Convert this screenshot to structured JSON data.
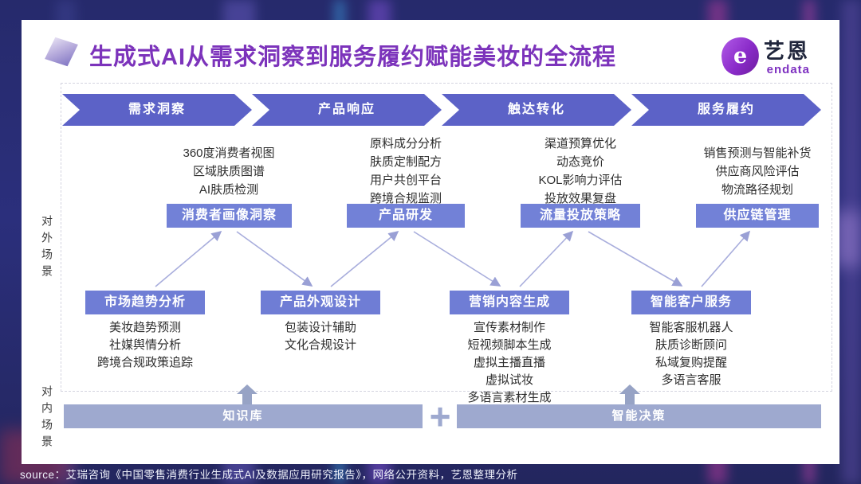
{
  "header": {
    "title": "生成式AI从需求洞察到服务履约赋能美妆的全流程"
  },
  "logo": {
    "mark": "e",
    "name": "艺恩",
    "sub": "endata"
  },
  "stages": [
    {
      "label": "需求洞察"
    },
    {
      "label": "产品响应"
    },
    {
      "label": "触达转化"
    },
    {
      "label": "服务履约"
    }
  ],
  "columns": [
    {
      "top_items": [
        "360度消费者视图",
        "区域肤质图谱",
        "AI肤质检测"
      ],
      "top_box": "消费者画像洞察",
      "bottom_box": "市场趋势分析",
      "bottom_items": [
        "美妆趋势预测",
        "社媒舆情分析",
        "跨境合规政策追踪"
      ]
    },
    {
      "top_items": [
        "原料成分分析",
        "肤质定制配方",
        "用户共创平台",
        "跨境合规监测"
      ],
      "top_box": "产品研发",
      "bottom_box": "产品外观设计",
      "bottom_items": [
        "包装设计辅助",
        "文化合规设计"
      ]
    },
    {
      "top_items": [
        "渠道预算优化",
        "动态竞价",
        "KOL影响力评估",
        "投放效果复盘"
      ],
      "top_box": "流量投放策略",
      "bottom_box": "营销内容生成",
      "bottom_items": [
        "宣传素材制作",
        "短视频脚本生成",
        "虚拟主播直播",
        "虚拟试妆",
        "多语言素材生成"
      ]
    },
    {
      "top_items": [
        "销售预测与智能补货",
        "供应商风险评估",
        "物流路径规划"
      ],
      "top_box": "供应链管理",
      "bottom_box": "智能客户服务",
      "bottom_items": [
        "智能客服机器人",
        "肤质诊断顾问",
        "私域复购提醒",
        "多语言客服"
      ]
    }
  ],
  "side_labels": {
    "outer": "对外场景",
    "inner": "对内场景"
  },
  "foundation": {
    "left": "知识库",
    "plus": "+",
    "right": "智能决策"
  },
  "footer": {
    "source": "source：艾瑞咨询《中国零售消费行业生成式AI及数据应用研究报告》，网络公开资料，艺恩整理分析"
  },
  "colors": {
    "background": "#2b2f7c",
    "title_purple": "#7c33bb",
    "chevron": "#5c62c7",
    "top_box": "#7281d7",
    "bottom_box": "#6f7dd5",
    "foundation_bar": "#9ea9cf",
    "logo_purple": "#8a2bc9"
  }
}
